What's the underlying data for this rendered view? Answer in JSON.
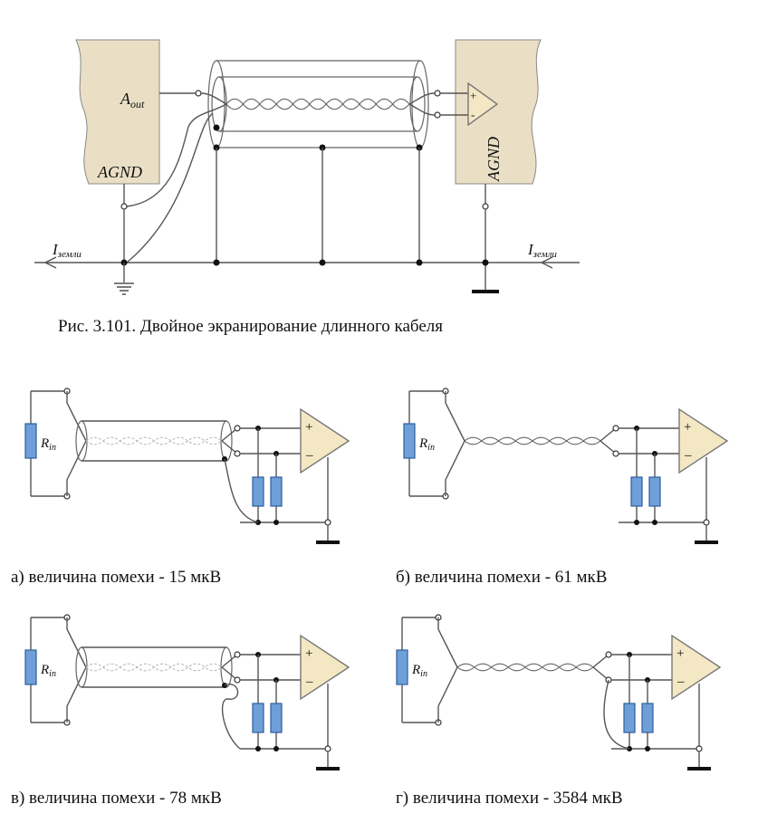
{
  "figure_main": {
    "caption": "Рис. 3.101. Двойное экранирование длинного кабеля",
    "label_aout_main": "A",
    "label_aout_sub": "out",
    "label_agnd_left": "AGND",
    "label_agnd_right": "AGND",
    "label_i_left_main": "I",
    "label_i_left_sub": "земли",
    "label_i_right_main": "I",
    "label_i_right_sub": "земли",
    "amp_plus": "+",
    "amp_minus": "-"
  },
  "subfigures": [
    {
      "id": "a",
      "caption": "а) величина помехи - 15 мкВ",
      "rin_main": "R",
      "rin_sub": "in",
      "amp_plus": "+",
      "amp_minus": "–"
    },
    {
      "id": "b",
      "caption": "б) величина помехи - 61 мкВ",
      "rin_main": "R",
      "rin_sub": "in",
      "amp_plus": "+",
      "amp_minus": "–"
    },
    {
      "id": "v",
      "caption": "в) величина помехи - 78 мкВ",
      "rin_main": "R",
      "rin_sub": "in",
      "amp_plus": "+",
      "amp_minus": "–"
    },
    {
      "id": "g",
      "caption": "г) величина помехи - 3584 мкВ",
      "rin_main": "R",
      "rin_sub": "in",
      "amp_plus": "+",
      "amp_minus": "–"
    }
  ],
  "colors": {
    "panel_fill": "#eadfc5",
    "amplifier_fill": "#f4e8c4",
    "resistor_fill": "#6f9fd8"
  }
}
